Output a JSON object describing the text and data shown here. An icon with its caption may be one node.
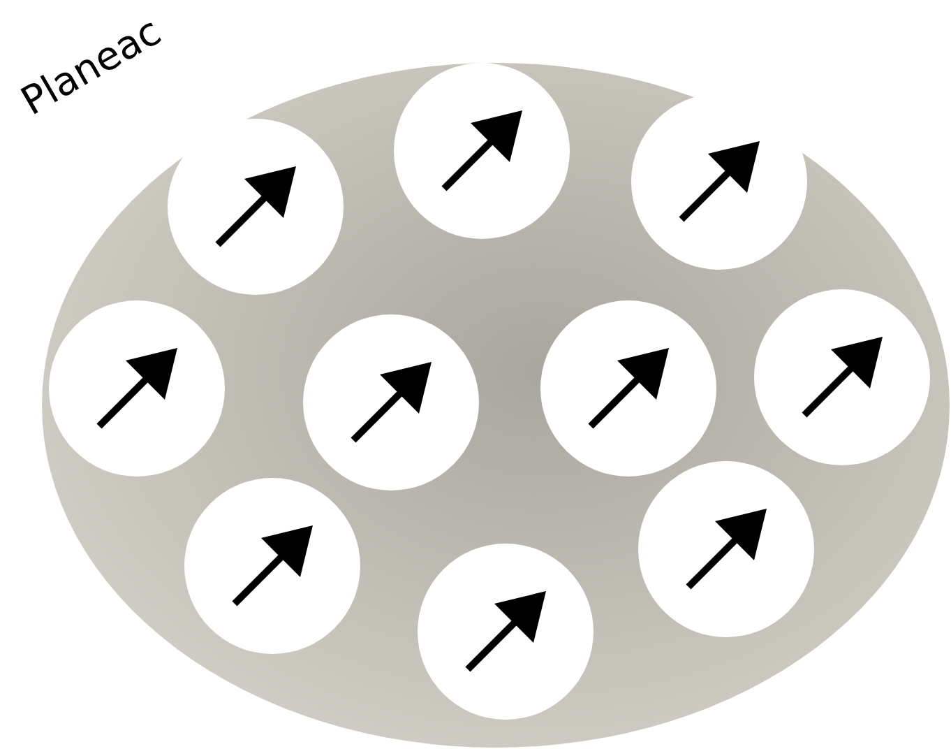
{
  "diagram": {
    "nodes": [
      {
        "text": [],
        "shape": "ellipse"
      },
      {
        "text": [],
        "shape": "circle",
        "in": 0
      },
      {
        "text": [],
        "shape": "circle",
        "in": 0
      },
      {
        "text": [],
        "shape": "circle",
        "in": 0
      },
      {
        "text": [],
        "shape": "circle",
        "in": 0
      },
      {
        "text": [],
        "shape": "circle",
        "in": 0
      },
      {
        "text": [],
        "shape": "circle",
        "in": 0
      },
      {
        "text": [],
        "shape": "circle",
        "in": 0
      },
      {
        "text": [],
        "shape": "circle",
        "in": 0
      },
      {
        "text": [],
        "shape": "circle",
        "in": 0
      },
      {
        "text": [],
        "shape": "circle",
        "in": 0
      }
    ],
    "edges": [],
    "labels": [
      "Planeac"
    ]
  }
}
